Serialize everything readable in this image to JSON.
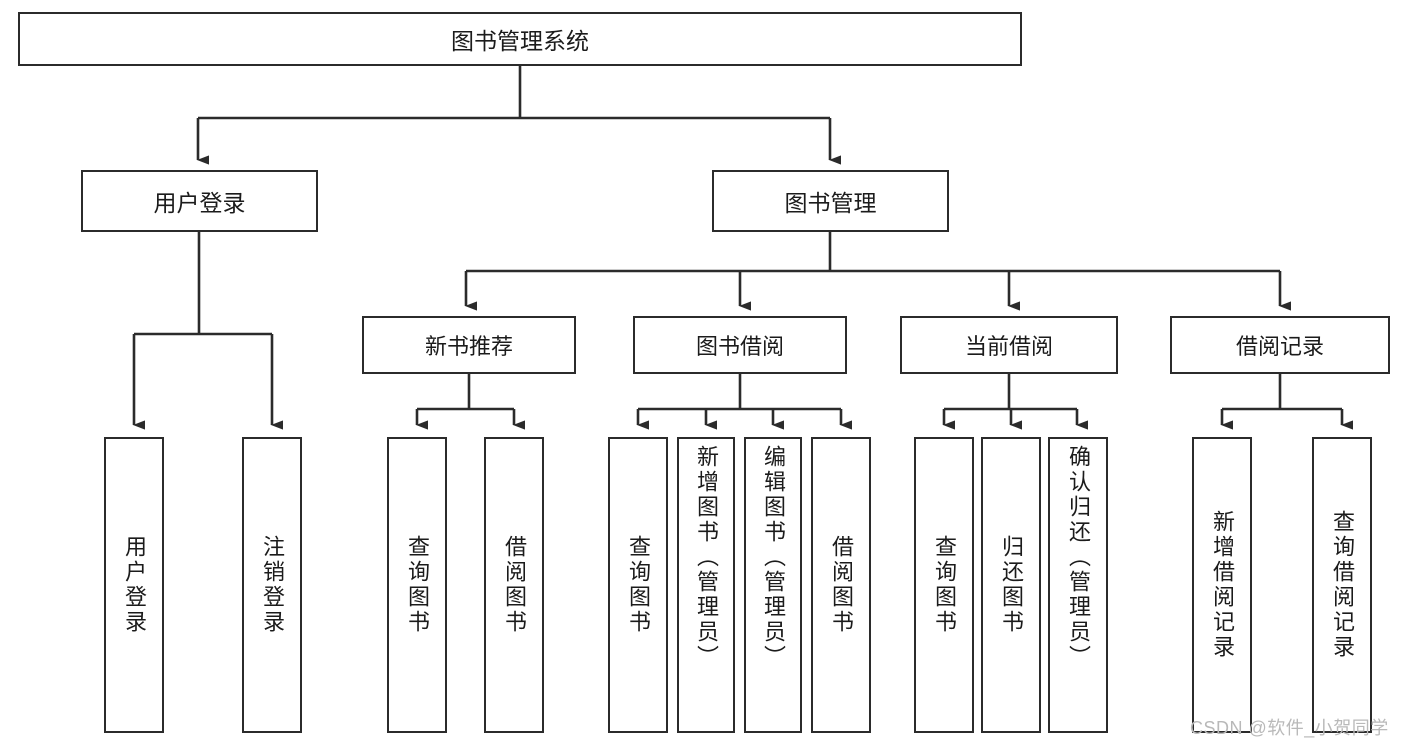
{
  "diagram": {
    "title": "图书管理系统",
    "type": "tree",
    "root": {
      "label": "图书管理系统"
    },
    "level1": [
      {
        "label": "用户登录"
      },
      {
        "label": "图书管理"
      }
    ],
    "level2": [
      {
        "label": "新书推荐"
      },
      {
        "label": "图书借阅"
      },
      {
        "label": "当前借阅"
      },
      {
        "label": "借阅记录"
      }
    ],
    "leaves": {
      "user_login": [
        {
          "label": "用户登录"
        },
        {
          "label": "注销登录"
        }
      ],
      "new_book": [
        {
          "label": "查询图书"
        },
        {
          "label": "借阅图书"
        }
      ],
      "book_borrow": [
        {
          "label": "查询图书"
        },
        {
          "label": "新增图书（管理员）"
        },
        {
          "label": "编辑图书（管理员）"
        },
        {
          "label": "借阅图书"
        }
      ],
      "current_borrow": [
        {
          "label": "查询图书"
        },
        {
          "label": "归还图书"
        },
        {
          "label": "确认归还（管理员）"
        }
      ],
      "borrow_record": [
        {
          "label": "新增借阅记录"
        },
        {
          "label": "查询借阅记录"
        }
      ]
    }
  },
  "watermark": {
    "text": "CSDN @软件_小贺同学"
  },
  "colors": {
    "stroke": "#2b2b2b",
    "text": "#1b1b1b",
    "background": "#ffffff",
    "watermark": "#b9b9b9"
  }
}
